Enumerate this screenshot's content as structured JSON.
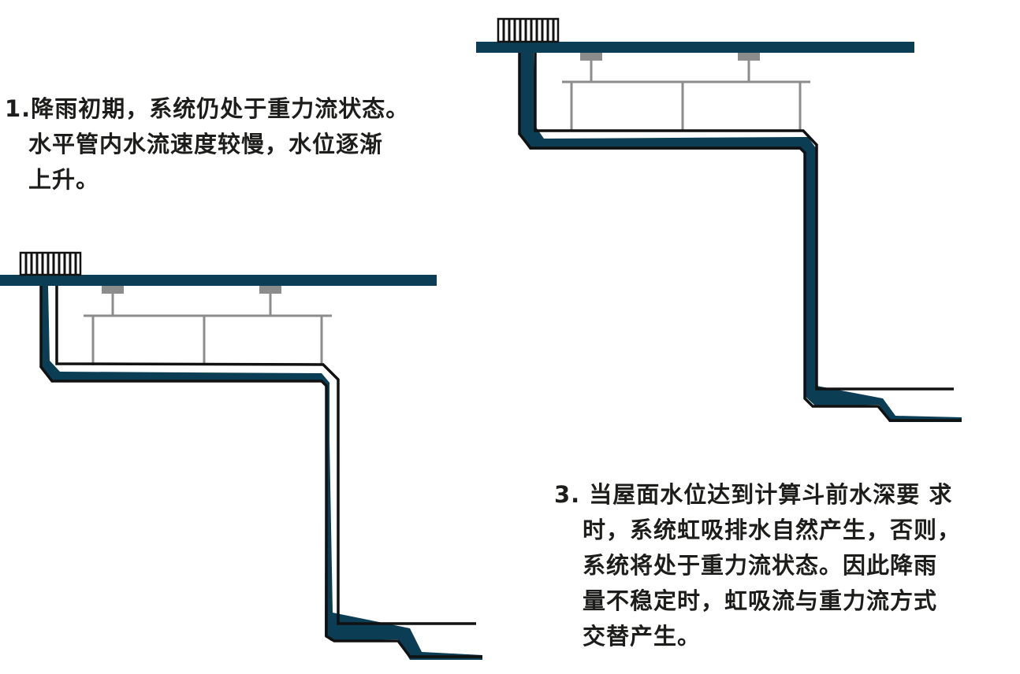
{
  "captions": {
    "stage1": {
      "lines": [
        "1.降雨初期，系统仍处于重力流状态。",
        "水平管内水流速度较慢，水位逐渐",
        "上升。"
      ]
    },
    "stage3": {
      "lines": [
        "3. 当屋面水位达到计算斗前水深要 求",
        "时，系统虹吸排水自然产生，否则，",
        "系统将处于重力流状态。因此降雨",
        "量不稳定时，虹吸流与重力流方式",
        "交替产生。"
      ]
    }
  },
  "colors": {
    "roof": "#0b3d55",
    "water": "#0b3d55",
    "pipe": "#111111",
    "support": "#8c8c8c",
    "text": "#1d1d1b"
  }
}
